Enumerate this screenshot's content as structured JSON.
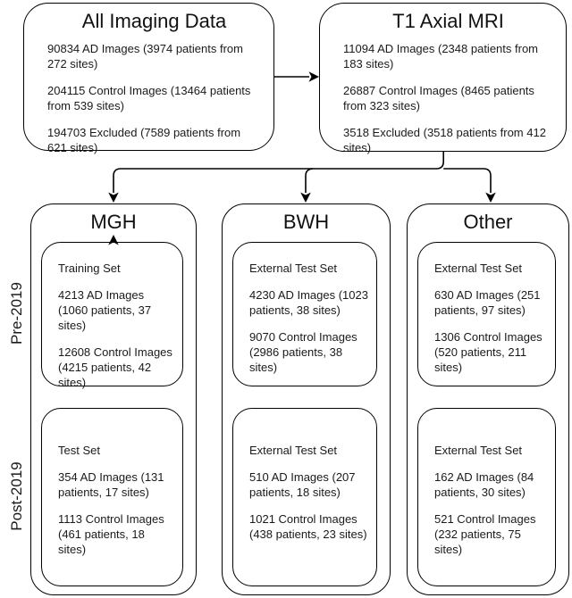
{
  "top_boxes": [
    {
      "title": "All Imaging Data",
      "lines": [
        "90834 AD Images (3974 patients from 272 sites)",
        "204115 Control Images (13464 patients from 539 sites)",
        "194703 Excluded (7589 patients from 621 sites)"
      ]
    },
    {
      "title": "T1 Axial MRI",
      "lines": [
        "11094 AD Images (2348 patients from 183 sites)",
        "26887 Control Images (8465 patients from 323 sites)",
        "3518 Excluded (3518 patients from 412 sites)"
      ]
    }
  ],
  "row_labels": [
    {
      "label": "Pre-2019"
    },
    {
      "label": "Post-2019"
    }
  ],
  "columns": [
    {
      "title": "MGH",
      "pre": {
        "label": "Training Set",
        "lines": [
          "4213 AD Images (1060 patients, 37 sites)",
          "12608 Control Images (4215 patients, 42 sites)"
        ]
      },
      "post": {
        "label": "Test Set",
        "lines": [
          "354 AD Images (131 patients, 17 sites)",
          "1113 Control Images (461 patients, 18 sites)"
        ]
      }
    },
    {
      "title": "BWH",
      "pre": {
        "label": "External Test Set",
        "lines": [
          "4230 AD Images (1023 patients, 38 sites)",
          "9070 Control Images (2986 patients, 38 sites)"
        ]
      },
      "post": {
        "label": "External Test Set",
        "lines": [
          "510 AD Images (207 patients, 18 sites)",
          "1021 Control Images (438 patients, 23 sites)"
        ]
      }
    },
    {
      "title": "Other",
      "pre": {
        "label": "External Test Set",
        "lines": [
          "630 AD Images (251 patients, 97 sites)",
          "1306 Control Images (520 patients, 211 sites)"
        ]
      },
      "post": {
        "label": "External Test Set",
        "lines": [
          "162 AD Images (84 patients, 30 sites)",
          "521 Control Images (232 patients, 75 sites)"
        ]
      }
    }
  ],
  "colors": {
    "stroke": "#000000",
    "text": "#1a1a1a",
    "background": "#ffffff"
  }
}
